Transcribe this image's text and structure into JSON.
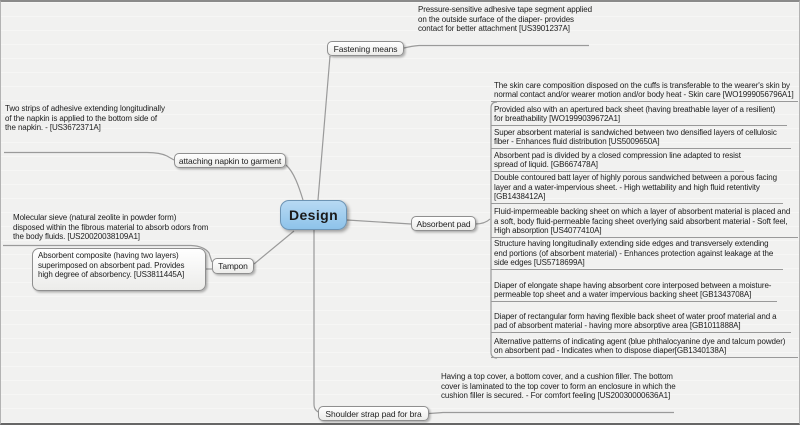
{
  "diagram": {
    "root_label": "Design",
    "branch_fastening": {
      "label": "Fastening means",
      "leaf": "Pressure-sensitive adhesive tape segment applied on the outside surface of the diaper- provides contact for better attachment [US3901237A]"
    },
    "branch_napkin": {
      "label": "attaching napkin to garment",
      "leaf": "Two strips of adhesive extending longitudinally of the napkin is applied to the bottom side of the napkin. - [US3672371A]"
    },
    "branch_tampon": {
      "label": "Tampon",
      "leaf_line": "Molecular sieve (natural zeolite in powder form) disposed within the fibrous material to absorb odors from the body fluids. [US20020038109A1]",
      "leaf_box": "Absorbent composite (having two layers) superimposed on absorbent pad. Provides high degree of absorbency. [US3811445A]"
    },
    "branch_absorbent_pad": {
      "label": "Absorbent pad",
      "entries": [
        "The skin care composition disposed on the cuffs is transferable to the wearer's skin by normal contact and/or wearer motion and/or body heat - Skin care [WO1999056796A1]",
        "Provided also with an apertured back sheet (having breathable layer of a resilient) for breathability [WO1999039672A1]",
        "Super absorbent material is sandwiched between two densified layers of cellulosic fiber - Enhances fluid distribution [US5009650A]",
        "Absorbent pad is divided by a closed compression line adapted to resist spread of liquid. [GB667478A]",
        "Double contoured batt layer of highly porous sandwiched between a porous facing layer and a water-impervious sheet. - High wettability and high fluid retentivity [GB1438412A]",
        "Fluid-impermeable backing sheet on which a layer of absorbent material is placed and a soft, body fluid-permeable facing sheet overlying said absorbent material - Soft feel, High absorption [US4077410A]",
        "Structure having longitudinally extending side edges and transversely extending end portions (of absorbent material) - Enhances protection against leakage at the side edges [US5718699A]",
        "Diaper of elongate shape having absorbent core interposed between a moisture-permeable top sheet and a water impervious backing sheet [GB1343708A]",
        "Diaper of rectangular form having flexible back sheet of water proof material and a pad of absorbent material - having more absorptive area [GB1011888A]",
        "Alternative patterns of indicating agent (blue phthalocyanine dye and talcum powder) on absorbent pad - Indicates when to dispose diaper[GB1340138A]"
      ]
    },
    "branch_shoulder": {
      "label": "Shoulder strap pad for bra",
      "leaf": "Having a top cover, a bottom cover, and a cushion filler. The bottom cover is laminated to the top cover to form an enclosure in which the cushion filler is secured. - For comfort feeling [US20030000636A1]"
    },
    "colors": {
      "root_fill_top": "#b7d9f3",
      "root_fill_bottom": "#8ec3ea",
      "root_border": "#6d94b4",
      "node_border": "#8f8f8f",
      "connector_line": "#9a9a9a",
      "background": "#f1f1f0"
    }
  }
}
